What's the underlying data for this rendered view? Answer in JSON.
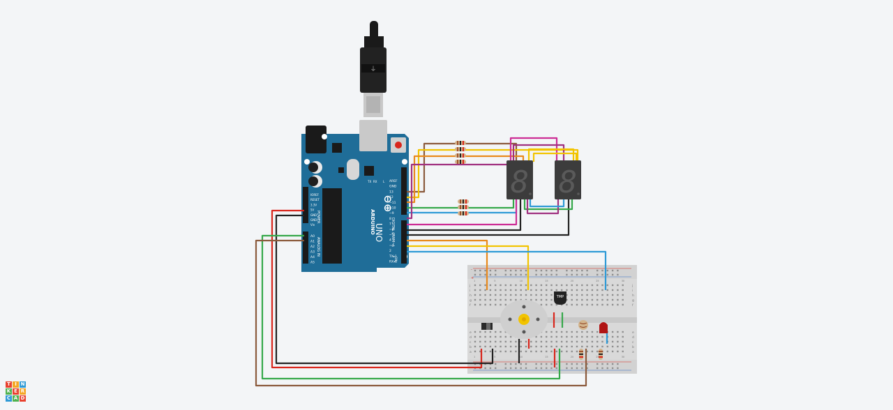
{
  "app": {
    "logo_letters": [
      "T",
      "I",
      "N",
      "K",
      "E",
      "R",
      "C",
      "A",
      "D"
    ],
    "logo_colors": [
      "#e8412f",
      "#f5a623",
      "#2e9ad6",
      "#4fb24f",
      "#e8412f",
      "#f5a623",
      "#2e9ad6",
      "#4fb24f",
      "#e8412f"
    ]
  },
  "arduino": {
    "brand": "ARDUINO",
    "model": "UNO",
    "header_digital": "DIGITAL (PWM~)",
    "header_power": "POWER",
    "header_analog": "ANALOG IN",
    "on_label": "ON",
    "tx_label": "TX",
    "rx_label": "RX",
    "l_label": "L",
    "digital_pins": [
      "AREF",
      "GND",
      "13",
      "12",
      "~11",
      "~10",
      "~9",
      "8",
      "7",
      "~6",
      "~5",
      "4",
      "~3",
      "2",
      "TX▸1",
      "RX◂0"
    ],
    "power_pins": [
      "IOREF",
      "RESET",
      "3.3V",
      "5V",
      "GND",
      "GND",
      "Vin"
    ],
    "analog_pins": [
      "A0",
      "A1",
      "A2",
      "A3",
      "A4",
      "A5"
    ]
  },
  "components": {
    "tmp_label": "TMP",
    "seven_segment_display": "8"
  },
  "breadboard": {
    "row_letters_top": [
      "j",
      "i",
      "h",
      "g",
      "f"
    ],
    "row_letters_bottom": [
      "e",
      "d",
      "c",
      "b",
      "a"
    ],
    "column_numbers": [
      "1",
      "5",
      "10",
      "15",
      "20",
      "25",
      "30"
    ]
  },
  "colors": {
    "background": "#f3f5f7",
    "board": "#1f6d98",
    "breadboard": "#d9d9d9",
    "wire_red": "#d9261c",
    "wire_black": "#222222",
    "wire_green": "#35a84a",
    "wire_brown": "#8b5a3c",
    "wire_yellow": "#f2c400",
    "wire_orange": "#e8891c",
    "wire_blue": "#2e9ad6",
    "wire_purple": "#a0307f",
    "wire_magenta": "#cc2c95"
  }
}
